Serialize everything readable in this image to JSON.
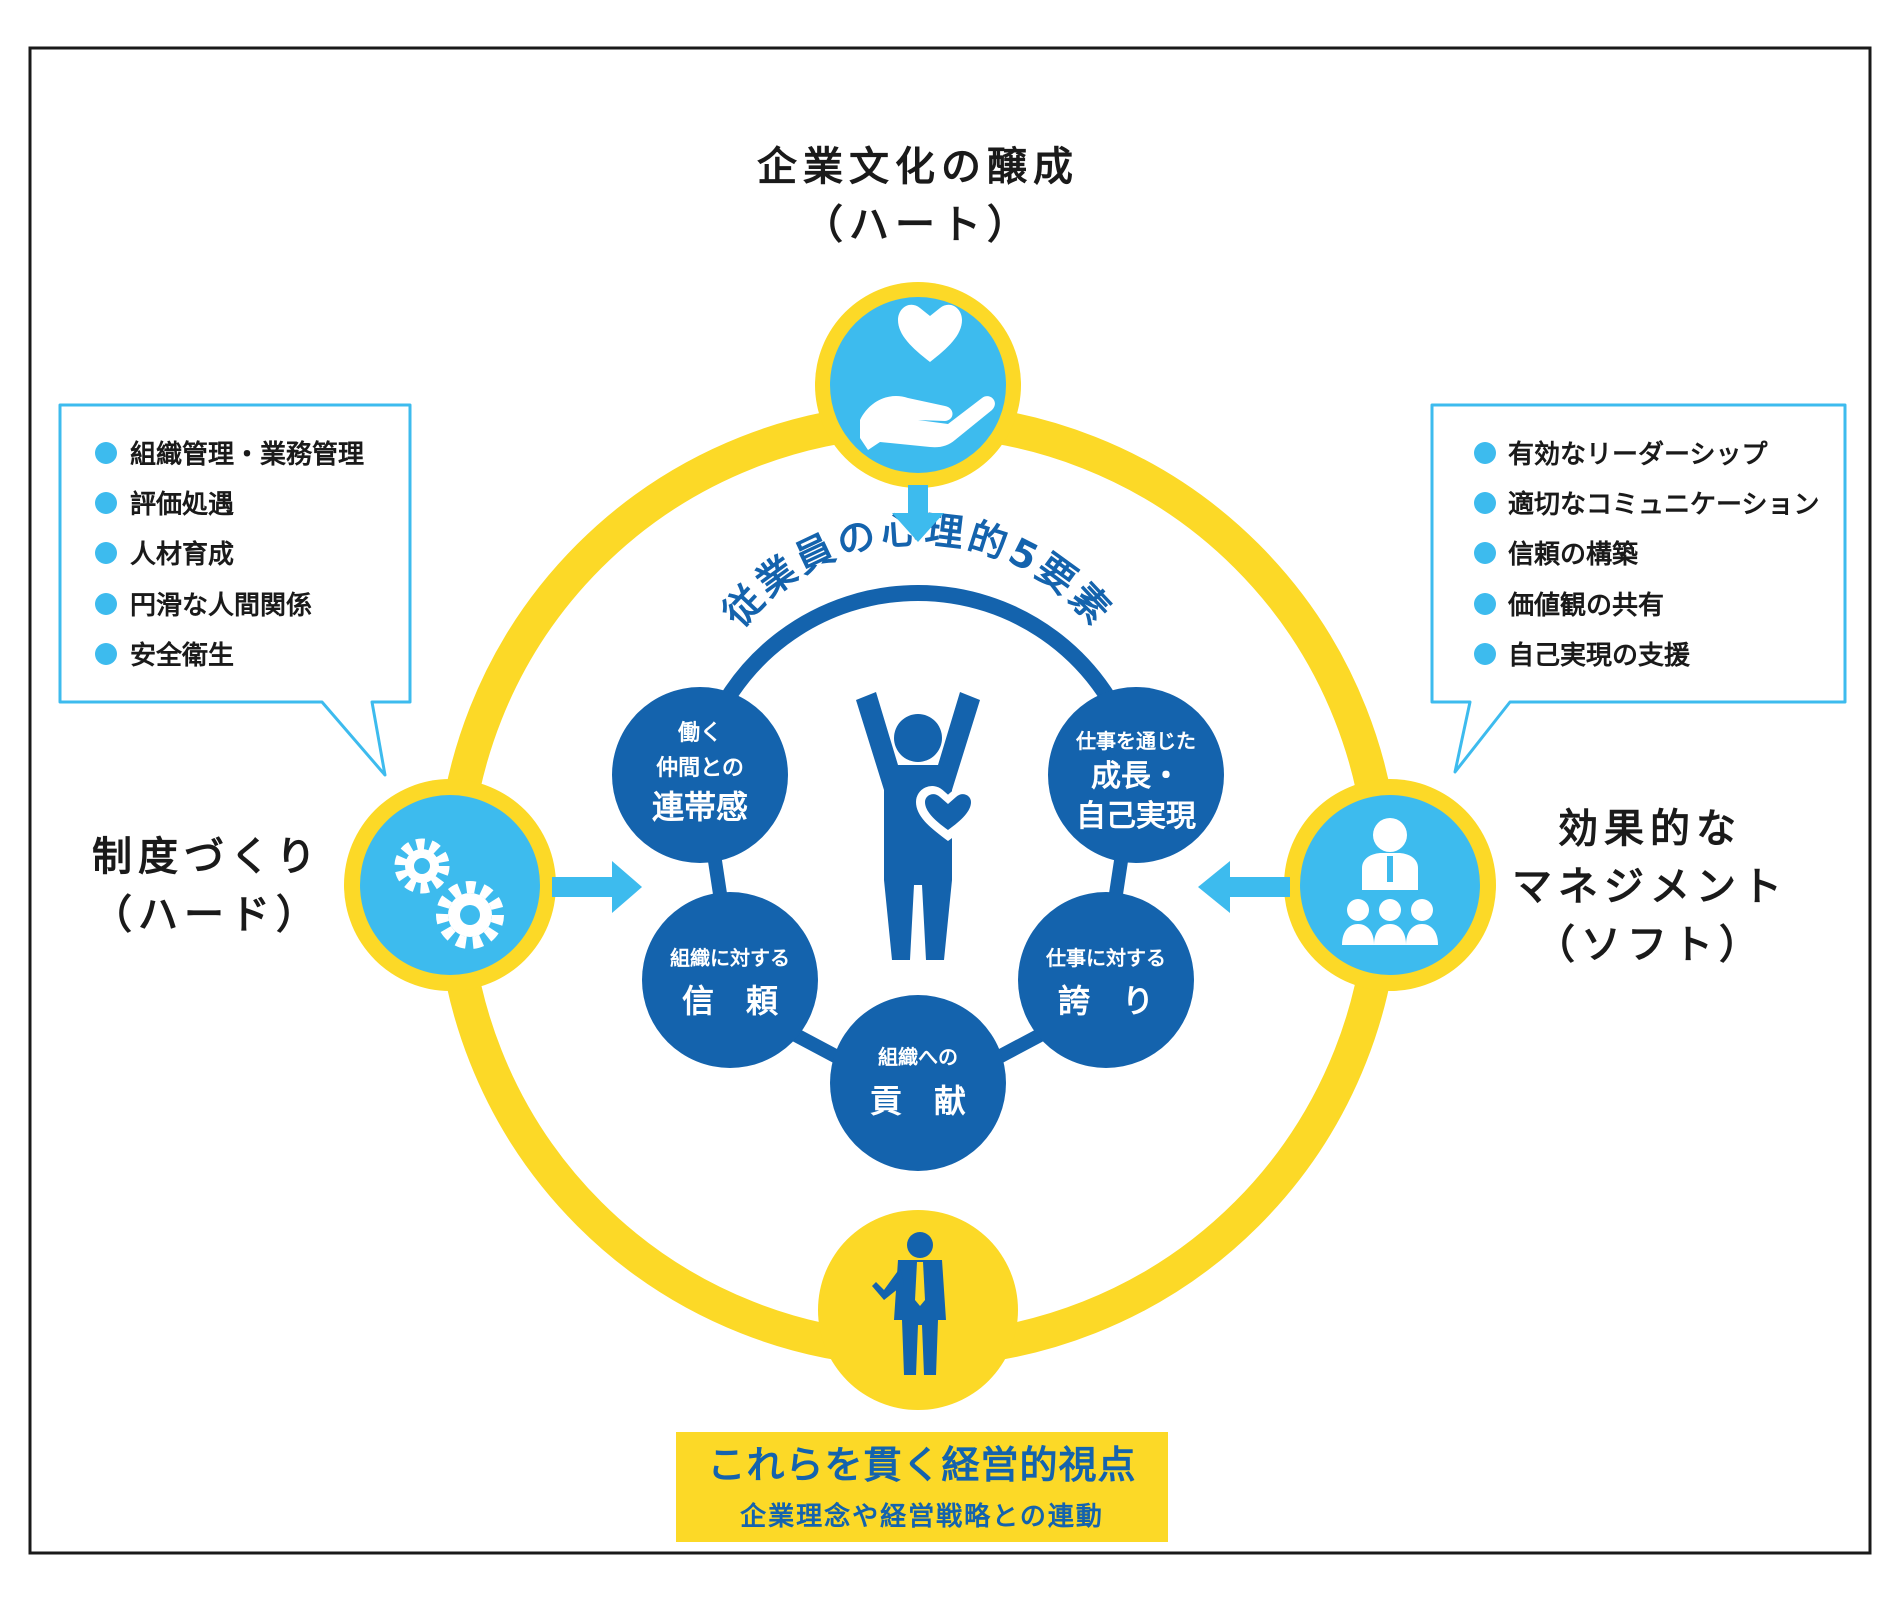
{
  "colors": {
    "yellow": "#fcd927",
    "light_blue": "#3dbbee",
    "dark_blue": "#1463ad",
    "text": "#1a1a1a"
  },
  "top": {
    "title": "企業文化の醸成",
    "subtitle": "（ハート）",
    "icon": "hand-heart-icon"
  },
  "left": {
    "title": "制度づくり",
    "subtitle": "（ハード）",
    "icon": "gears-icon"
  },
  "right": {
    "title_line1": "効果的な",
    "title_line2": "マネジメント",
    "subtitle": "（ソフト）",
    "icon": "leader-team-icon"
  },
  "bottom": {
    "icon": "businessman-icon",
    "banner_title": "これらを貫く経営的視点",
    "banner_subtitle": "企業理念や経営戦略との連動"
  },
  "left_list": [
    "組織管理・業務管理",
    "評価処遇",
    "人材育成",
    "円滑な人間関係",
    "安全衛生"
  ],
  "right_list": [
    "有効なリーダーシップ",
    "適切なコミュニケーション",
    "信頼の構築",
    "価値観の共有",
    "自己実現の支援"
  ],
  "center": {
    "arc_title": "従業員の心理的5要素",
    "icon": "person-heart-icon",
    "elements": [
      {
        "small1": "働く",
        "small2": "仲間との",
        "big": "連帯感"
      },
      {
        "small1": "仕事を通じた",
        "big1": "成長・",
        "big2": "自己実現"
      },
      {
        "small": "組織に対する",
        "big": "信　頼"
      },
      {
        "small": "仕事に対する",
        "big": "誇　り"
      },
      {
        "small": "組織への",
        "big": "貢　献"
      }
    ]
  }
}
